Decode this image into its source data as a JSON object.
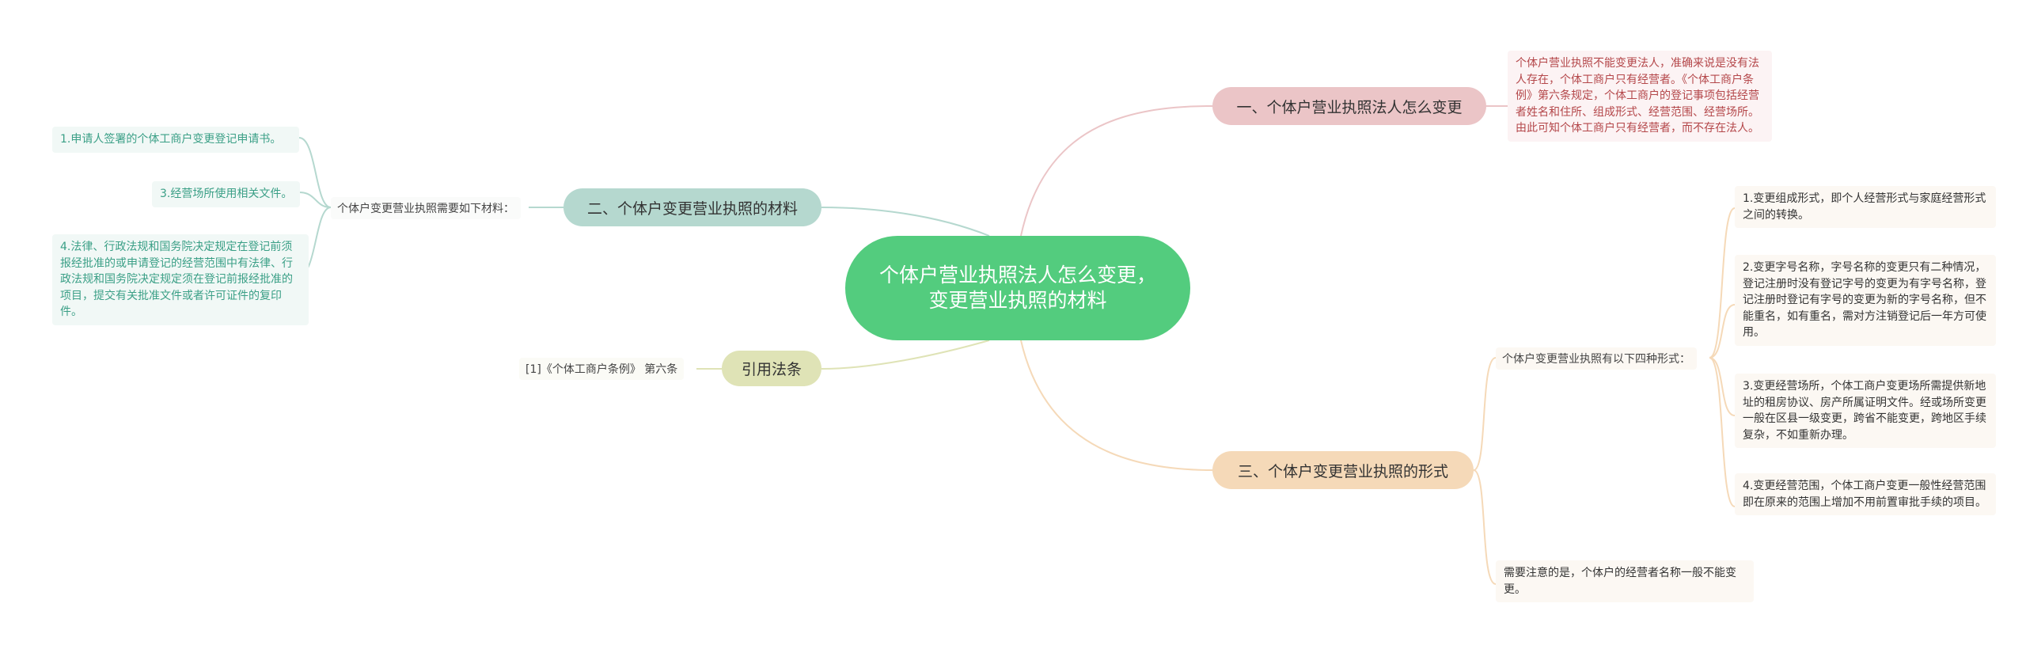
{
  "center": {
    "title": "个体户营业执照法人怎么变更，变更营业执照的材料"
  },
  "branches": {
    "one": {
      "label": "一、个体户营业执照法人怎么变更",
      "leaf": "个体户营业执照不能变更法人，准确来说是没有法人存在，个体工商户只有经营者。《个体工商户条例》第六条规定，个体工商户的登记事项包括经营者姓名和住所、组成形式、经营范围、经营场所。由此可知个体工商户只有经营者，而不存在法人。"
    },
    "two": {
      "label": "二、个体户变更营业执照的材料",
      "sub": "个体户变更营业执照需要如下材料：",
      "leaves": [
        "1.申请人签署的个体工商户变更登记申请书。",
        "3.经营场所使用相关文件。",
        "4.法律、行政法规和国务院决定规定在登记前须报经批准的或申请登记的经营范围中有法律、行政法规和国务院决定规定须在登记前报经批准的项目，提交有关批准文件或者许可证件的复印件。"
      ]
    },
    "three": {
      "label": "三、个体户变更营业执照的形式",
      "sub": "个体户变更营业执照有以下四种形式：",
      "leaves": [
        "1.变更组成形式，即个人经营形式与家庭经营形式之间的转换。",
        "2.变更字号名称，字号名称的变更只有二种情况，登记注册时没有登记字号的变更为有字号名称，登记注册时登记有字号的变更为新的字号名称，但不能重名，如有重名，需对方注销登记后一年方可使用。",
        "3.变更经营场所，个体工商户变更场所需提供新地址的租房协议、房产所属证明文件。经或场所变更一般在区县一级变更，跨省不能变更，跨地区手续复杂，不如重新办理。",
        "4.变更经营范围，个体工商户变更一般性经营范围即在原来的范围上增加不用前置审批手续的项目。"
      ],
      "note": "需要注意的是，个体户的经营者名称一般不能变更。"
    },
    "four": {
      "label": "引用法条",
      "leaf": "[1]《个体工商户条例》 第六条"
    }
  },
  "colors": {
    "center": "#53cc7e",
    "branch_one": "#ebc5c7",
    "branch_two": "#b5d8cf",
    "branch_three": "#f5d9b8",
    "branch_four": "#dfe3b6"
  }
}
